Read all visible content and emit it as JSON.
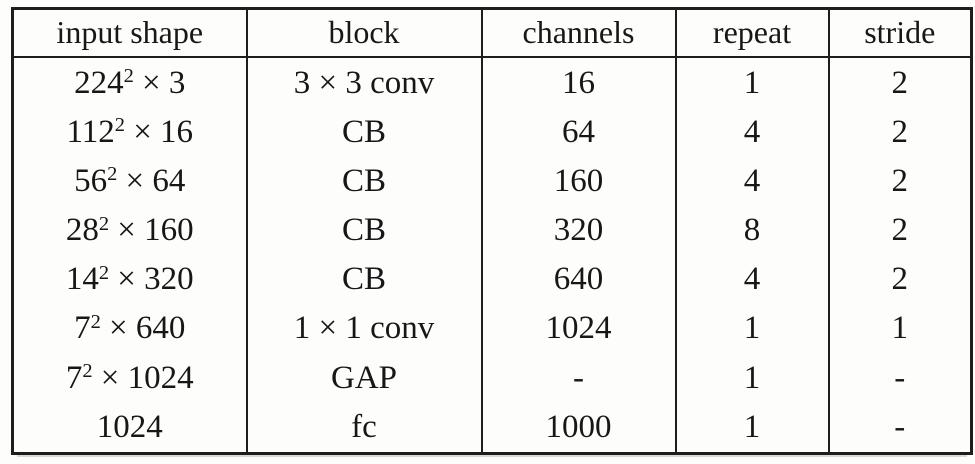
{
  "table": {
    "columns": [
      {
        "key": "shape",
        "label": "input shape"
      },
      {
        "key": "block",
        "label": "block"
      },
      {
        "key": "channels",
        "label": "channels"
      },
      {
        "key": "repeat",
        "label": "repeat"
      },
      {
        "key": "stride",
        "label": "stride"
      }
    ],
    "rows": [
      {
        "shape": {
          "base": "224",
          "sup": "2",
          "rest": " × 3"
        },
        "block": "3 × 3 conv",
        "channels": "16",
        "repeat": "1",
        "stride": "2"
      },
      {
        "shape": {
          "base": "112",
          "sup": "2",
          "rest": " × 16"
        },
        "block": "CB",
        "channels": "64",
        "repeat": "4",
        "stride": "2"
      },
      {
        "shape": {
          "base": "56",
          "sup": "2",
          "rest": " × 64"
        },
        "block": "CB",
        "channels": "160",
        "repeat": "4",
        "stride": "2"
      },
      {
        "shape": {
          "base": "28",
          "sup": "2",
          "rest": " × 160"
        },
        "block": "CB",
        "channels": "320",
        "repeat": "8",
        "stride": "2"
      },
      {
        "shape": {
          "base": "14",
          "sup": "2",
          "rest": " × 320"
        },
        "block": "CB",
        "channels": "640",
        "repeat": "4",
        "stride": "2"
      },
      {
        "shape": {
          "base": "7",
          "sup": "2",
          "rest": " × 640"
        },
        "block": "1 × 1 conv",
        "channels": "1024",
        "repeat": "1",
        "stride": "1"
      },
      {
        "shape": {
          "base": "7",
          "sup": "2",
          "rest": " × 1024"
        },
        "block": "GAP",
        "channels": "-",
        "repeat": "1",
        "stride": "-"
      },
      {
        "shape": {
          "base": "1024",
          "sup": "",
          "rest": ""
        },
        "block": "fc",
        "channels": "1000",
        "repeat": "1",
        "stride": "-"
      }
    ]
  },
  "colors": {
    "background": "#fdfdfb",
    "border": "#1e1e1e",
    "text": "#171717"
  }
}
